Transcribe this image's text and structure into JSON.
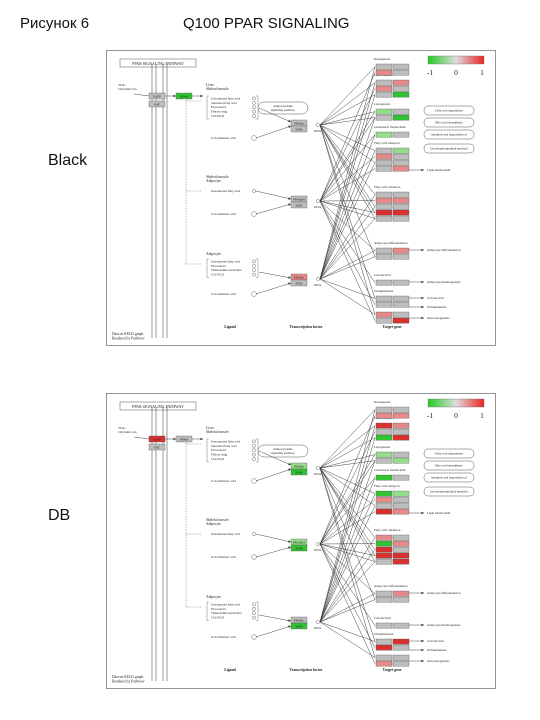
{
  "figure": {
    "label": "Рисунок 6",
    "title": "Q100 PPAR SIGNALING"
  },
  "colors": {
    "up": "#d93030",
    "up_light": "#e48a8a",
    "down": "#33c233",
    "down_light": "#96dc8e",
    "neutral": "#bdbdbd",
    "line": "#333333"
  },
  "legend": {
    "ticks": [
      "-1",
      "0",
      "1"
    ]
  },
  "pathway": {
    "title_box": "PPAR SIGNALING PATHWAY",
    "tlr_chylomicron": "TLR/ Chylomicron",
    "membrane_genes": [
      "FATP",
      "FAT"
    ],
    "ppar": "PPAR",
    "liver_section": "Liver\nSkeletal muscle",
    "muscle_section": "Skeletal muscle\nAdipocyte",
    "adipocyte_section": "Adipocyte",
    "ligands_group1": [
      "Unsaturated fatty acid",
      "Saturated fatty acid",
      "Eicosanoid",
      "Fibrate drug",
      "15d-PGJ2"
    ],
    "ligands_simple": [
      "Unsaturated fatty acid",
      "9-cis-Retinoic acid"
    ],
    "ligands_group3": [
      "Unsaturated fatty acid",
      "Eicosanoid",
      "Thiazolidine derivative",
      "15d-PGJ2"
    ],
    "retinoic": "9-cis-Retinoic acid",
    "adipocytokine": "Adipocytokine signaling pathway",
    "dna": "DNA",
    "ligand_axis": "Ligand",
    "tf_axis": "Transcription factor",
    "target_axis": "Target gene",
    "source_note": "Data on KEGG graph\nRendered by Pathview",
    "categories": [
      "Ketogenesis",
      "Lipid transport",
      "Lipogenesis",
      "Cholesterol metabolism",
      "Fatty acid transport",
      "Fatty acid oxidation",
      "Adipocyte differentiation",
      "Cell survival",
      "Ubiquitination"
    ],
    "outcomes": [
      "Fatty acid degradation",
      "Bile acid biosynthesis",
      "Synthesis and degradation of ketone bodies",
      "Glycerophospholipid metabolism",
      "Lipid metabolism",
      "Adipocyte differentiation",
      "Adipocyte thermogenesis",
      "Cell survival",
      "Ubiquitination",
      "Gluconeogenesis"
    ]
  },
  "panels": [
    {
      "condition": "Black",
      "tf": {
        "ppara": [
          "neutral",
          "neutral"
        ],
        "ppard": [
          "neutral",
          "neutral"
        ],
        "pparg": [
          "up_light",
          "neutral"
        ]
      },
      "membrane": [
        "neutral",
        "neutral"
      ],
      "ppar_box": "down",
      "targets": {
        "A": [
          "neutral",
          "up_light",
          "neutral",
          "up_light",
          "neutral",
          "down_light",
          "neutral",
          "down_light",
          "neutral",
          "up_light",
          "neutral",
          "neutral",
          "neutral",
          "up_light",
          "neutral",
          "up",
          "neutral",
          "neutral",
          "neutral",
          "neutral",
          "neutral",
          "neutral",
          "up_light",
          "neutral"
        ],
        "B": [
          "neutral",
          "neutral",
          "up_light",
          "neutral",
          "down",
          "neutral",
          "down",
          "neutral",
          "down_light",
          "neutral",
          "neutral",
          "up_light",
          "neutral",
          "up_light",
          "neutral",
          "up",
          "neutral",
          "up_light",
          "neutral",
          "neutral",
          "neutral",
          "neutral",
          "neutral",
          "up"
        ]
      }
    },
    {
      "condition": "DB",
      "tf": {
        "ppara": [
          "down_light",
          "down"
        ],
        "ppard": [
          "down_light",
          "down"
        ],
        "pparg": [
          "neutral",
          "down"
        ]
      },
      "membrane": [
        "up",
        "neutral"
      ],
      "ppar_box": "neutral",
      "targets": {
        "A": [
          "neutral",
          "up_light",
          "up",
          "neutral",
          "down",
          "down_light",
          "neutral",
          "down",
          "down",
          "up_light",
          "neutral",
          "up",
          "up_light",
          "down",
          "up",
          "up",
          "neutral",
          "neutral",
          "neutral",
          "neutral",
          "neutral",
          "up",
          "neutral",
          "up_light"
        ],
        "B": [
          "neutral",
          "up_light",
          "up_light",
          "neutral",
          "up",
          "neutral",
          "down_light",
          "neutral",
          "down_light",
          "neutral",
          "neutral",
          "up_light",
          "neutral",
          "up_light",
          "neutral",
          "up",
          "up",
          "up_light",
          "neutral",
          "neutral",
          "up",
          "neutral",
          "neutral",
          "neutral"
        ]
      }
    }
  ]
}
